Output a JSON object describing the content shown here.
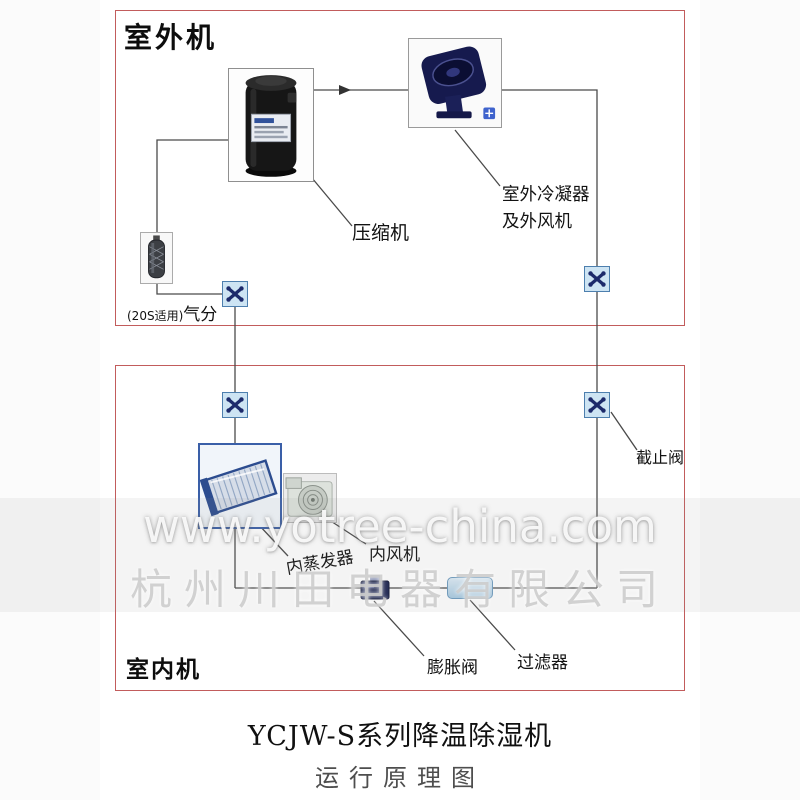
{
  "colors": {
    "unit_box_border": "#c25c5c",
    "connection_line": "#4a4a4a",
    "valve_fill": "#cde4f3",
    "valve_border": "#4d7fae",
    "valve_glyph": "#1c2a6b",
    "condenser_body": "#161a4e",
    "evaporator_frame": "#3a5fa8"
  },
  "outdoor_unit": {
    "label": "室外机",
    "compressor": "压缩机",
    "condenser_line1": "室外冷凝器",
    "condenser_line2": "及外风机",
    "separator_prefix": "(20S适用)",
    "separator_name": "气分"
  },
  "indoor_unit": {
    "label": "室内机",
    "evaporator": "内蒸发器",
    "fan": "内风机",
    "expansion_valve": "膨胀阀",
    "filter": "过滤器",
    "stop_valve": "截止阀"
  },
  "watermark": {
    "line1": "www.yotree-china.com",
    "line2": "杭州川田电器有限公司"
  },
  "footer": {
    "title": "YCJW-S系列降温除湿机",
    "subtitle": "运行原理图"
  }
}
